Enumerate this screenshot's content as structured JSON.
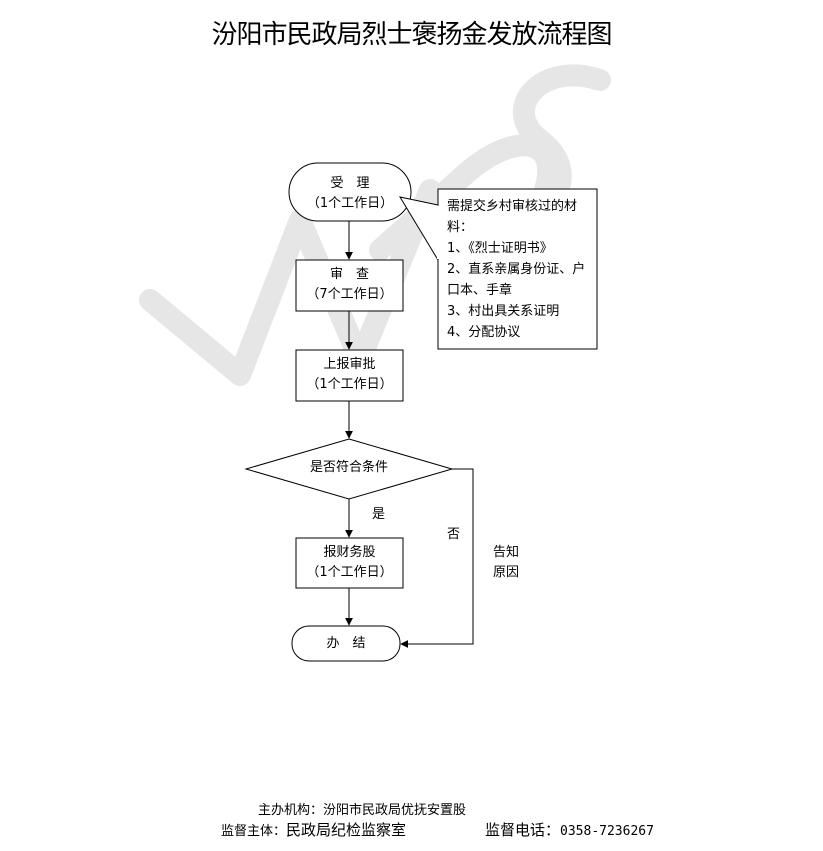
{
  "title": "汾阳市民政局烈士褒扬金发放流程图",
  "steps": {
    "accept": {
      "label": "受　理",
      "duration": "（1个工作日）"
    },
    "review": {
      "label": "审　查",
      "duration": "（7个工作日）"
    },
    "report": {
      "label": "上报审批",
      "duration": "（1个工作日）"
    },
    "decision": {
      "label": "是否符合条件"
    },
    "finance": {
      "label": "报财务股",
      "duration": "（1个工作日）"
    },
    "done": {
      "label": "办　结"
    }
  },
  "branches": {
    "yes": "是",
    "no": "否",
    "no_action_line1": "告知",
    "no_action_line2": "原因"
  },
  "note": {
    "lines": [
      "需提交乡村审核过的材",
      "料：",
      "1、《烈士证明书》",
      "2、直系亲属身份证、户",
      "口本、手章",
      "3、村出具关系证明",
      "4、分配协议"
    ]
  },
  "footer": {
    "organizer": "主办机构：汾阳市民政局优抚安置股",
    "supervisor_label": "监督主体：",
    "supervisor_value": "民政局纪检监察室",
    "phone_label": "监督电话：",
    "phone_value": "0358-7236267"
  },
  "watermark": "WPS"
}
